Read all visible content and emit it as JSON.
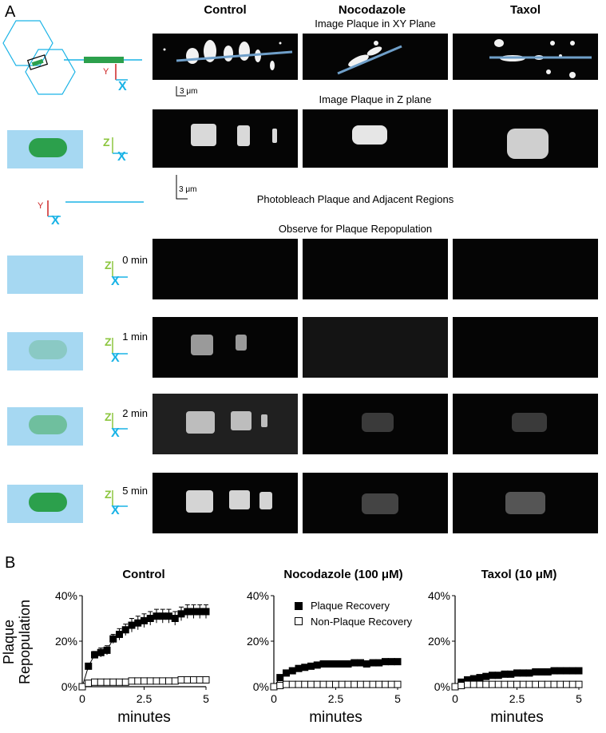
{
  "panelA": {
    "letter": "A",
    "columns": [
      "Control",
      "Nocodazole",
      "Taxol"
    ],
    "captions": {
      "xy": "Image Plaque in XY Plane",
      "z": "Image Plaque in Z plane",
      "bleach": "Photobleach Plaque and Adjacent Regions",
      "observe": "Observe for Plaque Repopulation"
    },
    "scale_bar": "3 μm",
    "axis_letters": {
      "y": "Y",
      "x": "X",
      "z": "Z"
    },
    "times": [
      "0 min",
      "1 min",
      "2 min",
      "5 min"
    ],
    "colors": {
      "schematic_cyan": "#1ab3e6",
      "plaque_green": "#2ca04c",
      "cell_fill": "#a6d8f2",
      "axis_red": "#cc2222",
      "axis_green": "#8cc63f"
    }
  },
  "panelB": {
    "letter": "B",
    "ylabel": [
      "Plaque",
      "Repopulation"
    ],
    "legend": [
      "Plaque Recovery",
      "Non-Plaque Recovery"
    ],
    "charts": [
      {
        "title": "Control",
        "show_legend": false
      },
      {
        "title": "Nocodazole (100 μM)",
        "show_legend": true
      },
      {
        "title": "Taxol (10 μM)",
        "show_legend": false
      }
    ]
  },
  "chart_data": [
    {
      "type": "scatter",
      "title": "Control",
      "xlabel": "minutes",
      "ylabel": "Plaque Repopulation",
      "xlim": [
        0,
        5
      ],
      "ylim": [
        0,
        40
      ],
      "xticks": [
        "0",
        "2.5",
        "5"
      ],
      "yticks": [
        "0%",
        "20%",
        "40%"
      ],
      "x": [
        0,
        0.25,
        0.5,
        0.75,
        1.0,
        1.25,
        1.5,
        1.75,
        2.0,
        2.25,
        2.5,
        2.75,
        3.0,
        3.25,
        3.5,
        3.75,
        4.0,
        4.25,
        4.5,
        4.75,
        5.0
      ],
      "series": [
        {
          "name": "Plaque Recovery",
          "marker": "filled-square",
          "values": [
            0,
            9,
            14,
            15,
            16,
            21,
            23,
            25,
            27,
            28,
            29,
            30,
            31,
            31,
            31,
            30,
            32,
            33,
            33,
            33,
            33
          ],
          "error": [
            0,
            1,
            1.5,
            2,
            2,
            2,
            2.5,
            2.5,
            3,
            3,
            3,
            3,
            3,
            3,
            3,
            3,
            3,
            3,
            3,
            3,
            3
          ]
        },
        {
          "name": "Non-Plaque Recovery",
          "marker": "open-square",
          "values": [
            0,
            1.5,
            2,
            2,
            2,
            2,
            2,
            2,
            2.5,
            2.5,
            2.5,
            2.5,
            2.5,
            2.5,
            2.5,
            2.5,
            3,
            3,
            3,
            3,
            3
          ]
        }
      ]
    },
    {
      "type": "scatter",
      "title": "Nocodazole (100 μM)",
      "xlabel": "minutes",
      "ylabel": "",
      "xlim": [
        0,
        5
      ],
      "ylim": [
        0,
        40
      ],
      "xticks": [
        "0",
        "2.5",
        "5"
      ],
      "yticks": [
        "0%",
        "20%",
        "40%"
      ],
      "x": [
        0,
        0.25,
        0.5,
        0.75,
        1.0,
        1.25,
        1.5,
        1.75,
        2.0,
        2.25,
        2.5,
        2.75,
        3.0,
        3.25,
        3.5,
        3.75,
        4.0,
        4.25,
        4.5,
        4.75,
        5.0
      ],
      "series": [
        {
          "name": "Plaque Recovery",
          "marker": "filled-square",
          "values": [
            0,
            4,
            6,
            7,
            8,
            8.5,
            9,
            9.5,
            10,
            10,
            10,
            10,
            10,
            10.5,
            10.5,
            10,
            10.5,
            10.5,
            11,
            11,
            11
          ],
          "error": [
            0,
            0.5,
            0.5,
            0.5,
            0.5,
            0.5,
            0.5,
            0.5,
            0.5,
            0.5,
            0.5,
            0.5,
            0.5,
            0.5,
            0.5,
            0.5,
            0.5,
            0.5,
            0.5,
            0.5,
            0.5
          ]
        },
        {
          "name": "Non-Plaque Recovery",
          "marker": "open-square",
          "values": [
            0,
            0.5,
            1,
            1,
            1,
            1,
            1,
            1,
            1,
            1,
            1,
            1,
            1,
            1,
            1,
            1,
            1,
            1,
            1,
            1,
            1
          ]
        }
      ]
    },
    {
      "type": "scatter",
      "title": "Taxol (10 μM)",
      "xlabel": "minutes",
      "ylabel": "",
      "xlim": [
        0,
        5
      ],
      "ylim": [
        0,
        40
      ],
      "xticks": [
        "0",
        "2.5",
        "5"
      ],
      "yticks": [
        "0%",
        "20%",
        "40%"
      ],
      "x": [
        0,
        0.25,
        0.5,
        0.75,
        1.0,
        1.25,
        1.5,
        1.75,
        2.0,
        2.25,
        2.5,
        2.75,
        3.0,
        3.25,
        3.5,
        3.75,
        4.0,
        4.25,
        4.5,
        4.75,
        5.0
      ],
      "series": [
        {
          "name": "Plaque Recovery",
          "marker": "filled-square",
          "values": [
            0,
            2,
            3,
            3.5,
            4,
            4.5,
            5,
            5,
            5.5,
            5.5,
            6,
            6,
            6,
            6.5,
            6.5,
            6.5,
            7,
            7,
            7,
            7,
            7
          ],
          "error": [
            0,
            0.5,
            0.5,
            0.5,
            0.5,
            0.5,
            0.5,
            0.5,
            0.5,
            0.5,
            0.5,
            0.5,
            0.5,
            0.5,
            0.5,
            0.5,
            0.5,
            0.5,
            0.5,
            0.5,
            0.5
          ]
        },
        {
          "name": "Non-Plaque Recovery",
          "marker": "open-square",
          "values": [
            0,
            0.5,
            1,
            1,
            1,
            1,
            1,
            1,
            1,
            1,
            1,
            1,
            1,
            1,
            1,
            1,
            1,
            1,
            1,
            1,
            1
          ]
        }
      ]
    }
  ]
}
